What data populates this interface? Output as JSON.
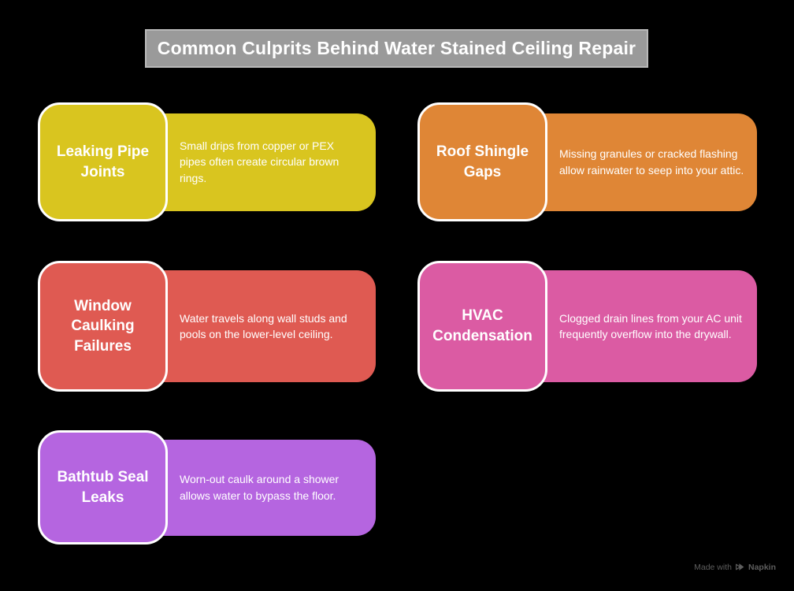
{
  "canvas": {
    "background": "#000000"
  },
  "title": {
    "text": "Common Culprits Behind Water Stained Ceiling Repair",
    "bg": "#9a9a9a",
    "border": "#b9b9b9",
    "text_color": "#ffffff"
  },
  "cards": [
    {
      "title": "Leaking Pipe Joints",
      "description": "Small drips from copper or PEX pipes often create circular brown rings.",
      "color": "#d9c51f"
    },
    {
      "title": "Roof Shingle Gaps",
      "description": "Missing granules or cracked flashing allow rainwater to seep into your attic.",
      "color": "#df8636"
    },
    {
      "title": "Window Caulking Failures",
      "description": "Water travels along wall studs and pools on the lower-level ceiling.",
      "color": "#df5a52"
    },
    {
      "title": "HVAC Condensation",
      "description": "Clogged drain lines from your AC unit frequently overflow into the drywall.",
      "color": "#db5ba3"
    },
    {
      "title": "Bathtub Seal Leaks",
      "description": "Worn-out caulk around a shower allows water to bypass the floor.",
      "color": "#b565e0"
    }
  ],
  "watermark": {
    "prefix": "Made with",
    "brand": "Napkin",
    "color": "#5e5e5e"
  }
}
